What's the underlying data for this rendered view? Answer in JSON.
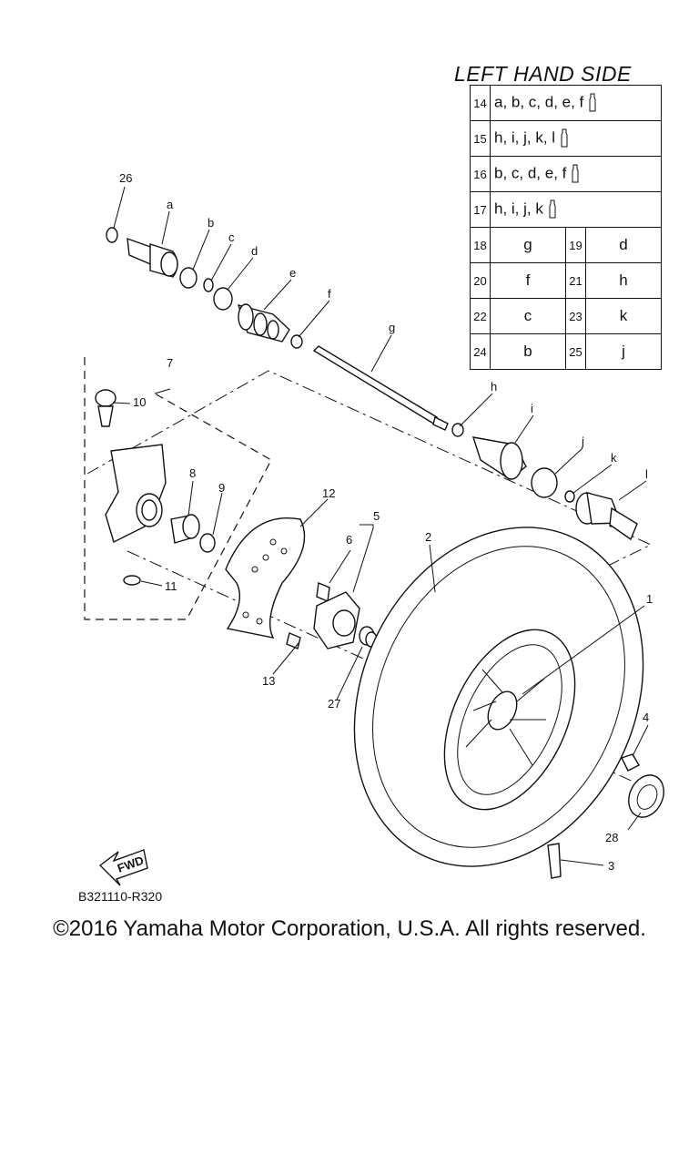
{
  "legend": {
    "title": "LEFT HAND SIDE",
    "rows_wide": [
      {
        "num": "14",
        "parts": "a, b, c, d, e, f",
        "icon": "grease-tube-icon"
      },
      {
        "num": "15",
        "parts": "h, i, j, k, l",
        "icon": "grease-tube-icon"
      },
      {
        "num": "16",
        "parts": "b, c, d, e, f",
        "icon": "grease-tube-icon"
      },
      {
        "num": "17",
        "parts": "h, i, j, k",
        "icon": "grease-tube-icon"
      }
    ],
    "rows_pairs": [
      {
        "n1": "18",
        "v1": "g",
        "n2": "19",
        "v2": "d"
      },
      {
        "n1": "20",
        "v1": "f",
        "n2": "21",
        "v2": "h"
      },
      {
        "n1": "22",
        "v1": "c",
        "n2": "23",
        "v2": "k"
      },
      {
        "n1": "24",
        "v1": "b",
        "n2": "25",
        "v2": "j"
      }
    ]
  },
  "callouts": {
    "p1": "1",
    "p2": "2",
    "p3": "3",
    "p4": "4",
    "p5": "5",
    "p6": "6",
    "p7": "7",
    "p8": "8",
    "p9": "9",
    "p10": "10",
    "p11": "11",
    "p12": "12",
    "p13": "13",
    "p26": "26",
    "p27": "27",
    "p28": "28",
    "a": "a",
    "b": "b",
    "c": "c",
    "d": "d",
    "e": "e",
    "f": "f",
    "g": "g",
    "h": "h",
    "i": "i",
    "j": "j",
    "k": "k",
    "l": "l"
  },
  "fwd_label": "FWD",
  "diagram_code": "B321110-R320",
  "copyright": "©2016 Yamaha Motor Corporation, U.S.A. All rights reserved."
}
